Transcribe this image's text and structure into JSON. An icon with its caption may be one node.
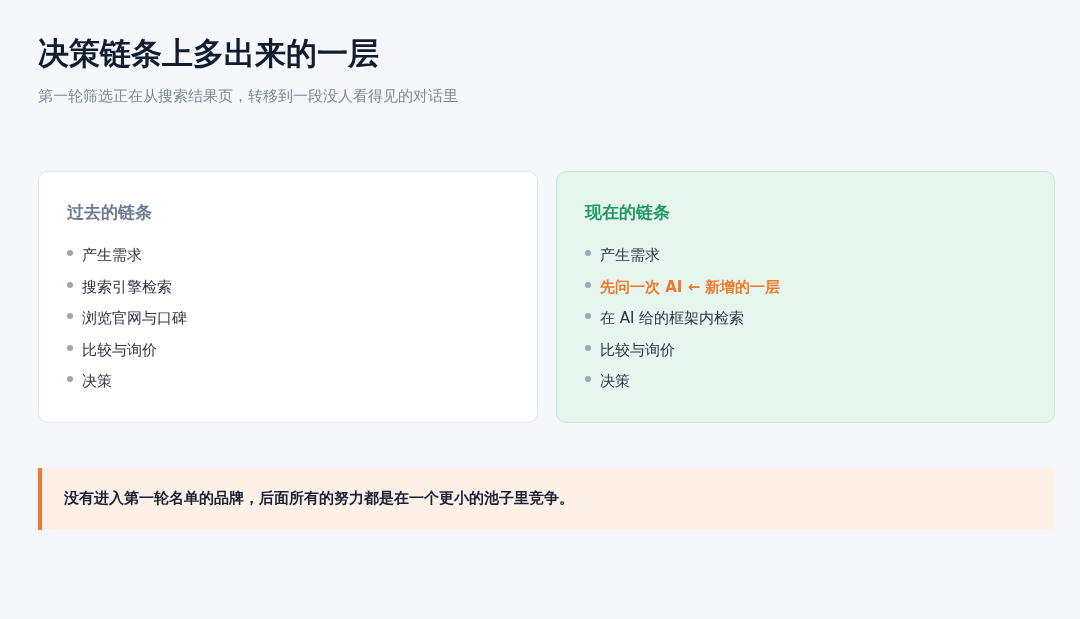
{
  "diagram": {
    "title": "决策链条上多出来的一层",
    "nodes": [
      {
        "text": [
          "过去的链条",
          "产生需求",
          "搜索引擎检索",
          "浏览官网与口碑",
          "比较与询价",
          "决策"
        ]
      },
      {
        "text": [
          "现在的链条",
          "产生需求",
          "先问一次 AI ← 新增的一层",
          "在 AI 给的框架内检索",
          "比较与询价",
          "决策"
        ]
      },
      {
        "text": [
          "没有进入第一轮名单的品牌，后面所有的努力都是在一个更小的池子里竞争。"
        ]
      }
    ],
    "labels": [
      "第一轮筛选正在从搜索结果页，转移到一段没人看得见的对话里"
    ]
  }
}
